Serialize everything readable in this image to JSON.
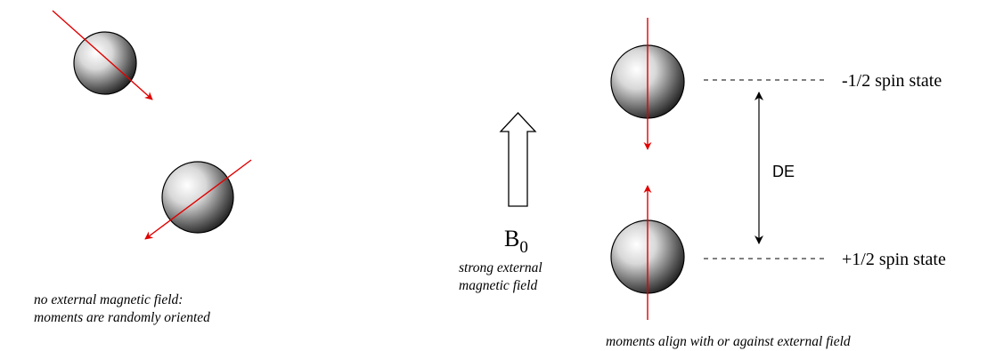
{
  "left_panel": {
    "caption_line1": "no external magnetic field:",
    "caption_line2": "moments are randomly oriented"
  },
  "field": {
    "symbol": "B",
    "subscript": "0",
    "caption_line1": "strong external",
    "caption_line2": "magnetic field"
  },
  "right_panel": {
    "upper_state_label": "-1/2 spin state",
    "lower_state_label": "+1/2 spin state",
    "energy_gap_label": "DE",
    "caption": "moments align with or against external field"
  },
  "colors": {
    "moment_arrow": "#e00000",
    "sphere_highlight": "#ffffff",
    "sphere_shadow": "#111111",
    "line": "#000000"
  },
  "icons": {
    "sphere": "nucleus-sphere-icon",
    "field_arrow": "hollow-up-arrow-icon"
  }
}
